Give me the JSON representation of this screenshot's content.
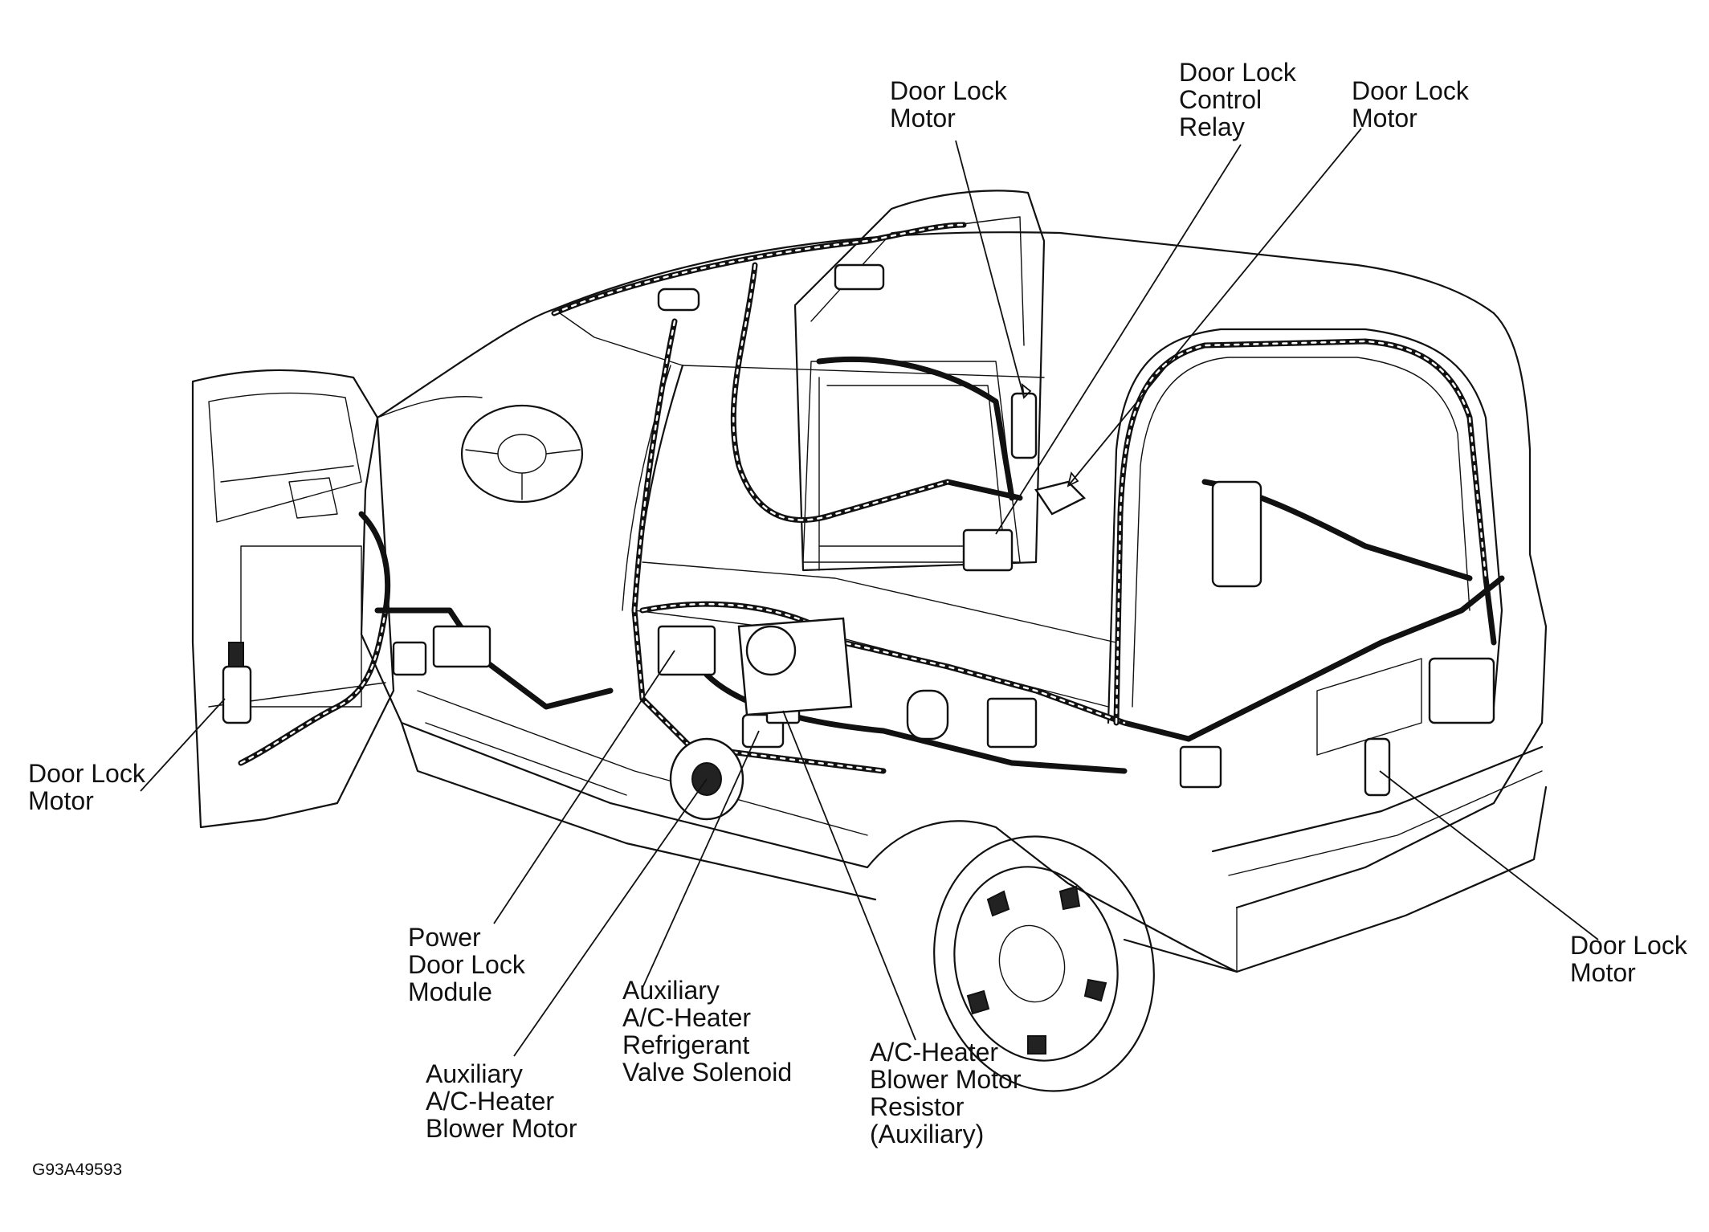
{
  "colors": {
    "ink": "#111111",
    "paper": "#ffffff"
  },
  "labels": {
    "door_lock_motor_top": [
      "Door Lock",
      "Motor"
    ],
    "door_lock_control_relay": [
      "Door Lock",
      "Control",
      "Relay"
    ],
    "door_lock_motor_top_right": [
      "Door Lock",
      "Motor"
    ],
    "door_lock_motor_left": [
      "Door Lock",
      "Motor"
    ],
    "door_lock_motor_right": [
      "Door Lock",
      "Motor"
    ],
    "power_door_lock_module": [
      "Power",
      "Door Lock",
      "Module"
    ],
    "aux_refrigerant_valve_solenoid": [
      "Auxiliary",
      "A/C-Heater",
      "Refrigerant",
      "Valve Solenoid"
    ],
    "aux_blower_motor": [
      "Auxiliary",
      "A/C-Heater",
      "Blower Motor"
    ],
    "blower_motor_resistor": [
      "A/C-Heater",
      "Blower Motor",
      "Resistor",
      "(Auxiliary)"
    ]
  },
  "figure_id": "G93A49593"
}
